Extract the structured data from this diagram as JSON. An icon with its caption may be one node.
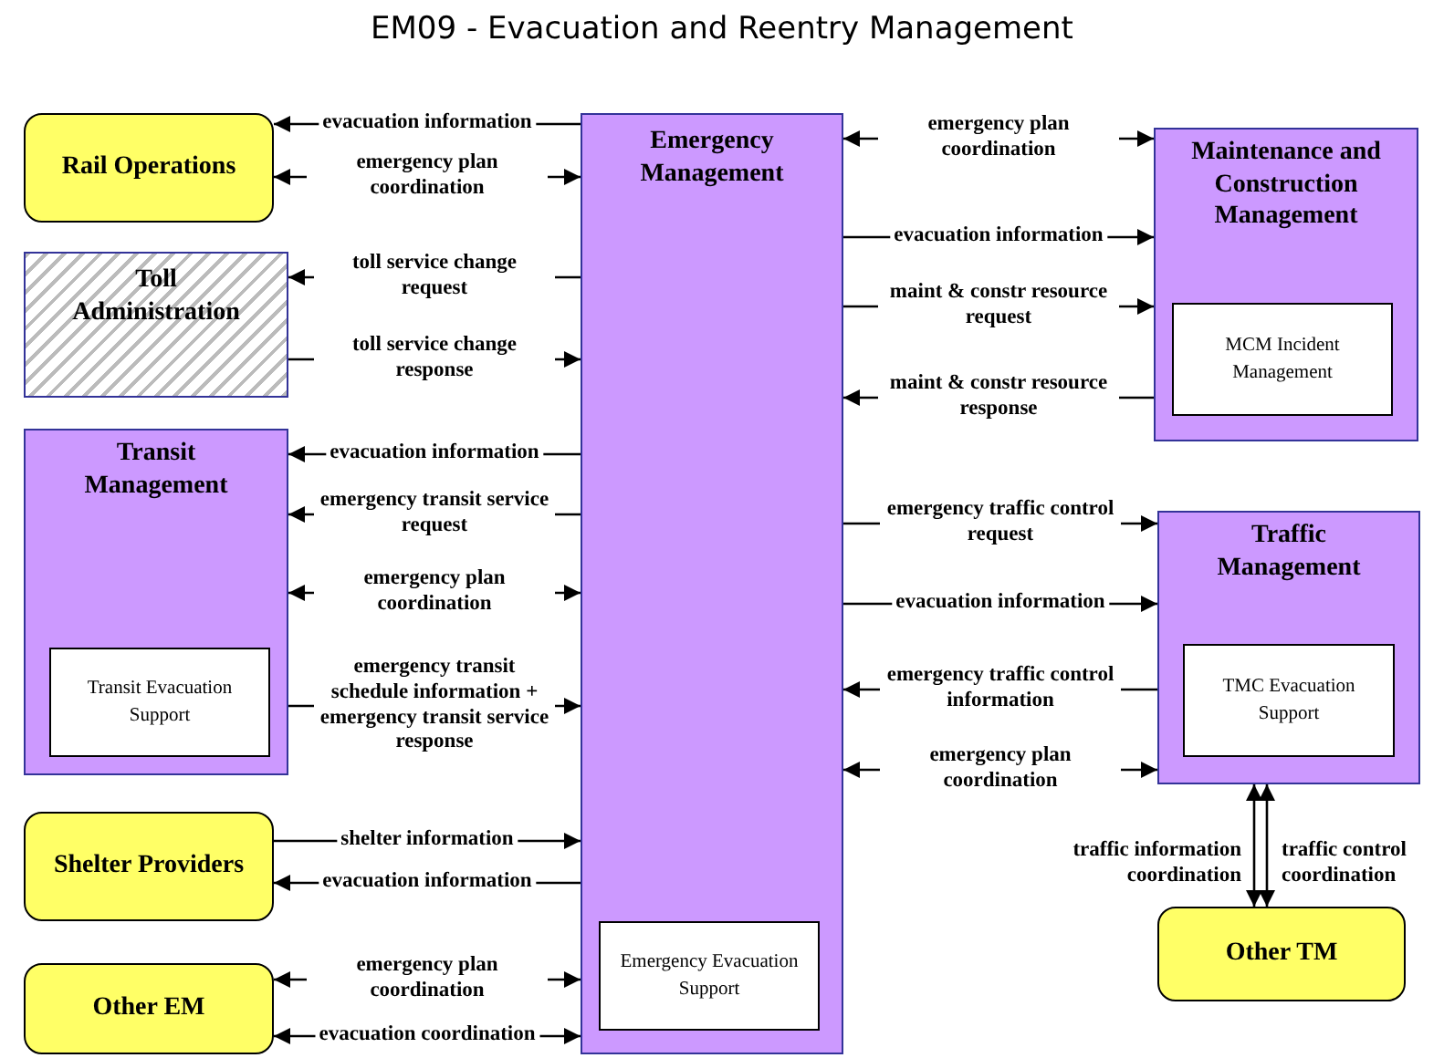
{
  "diagram": {
    "title": "EM09 - Evacuation and Reentry Management",
    "nodes": [
      {
        "text": [
          "Rail Operations"
        ]
      },
      {
        "text": [
          "Toll Administration"
        ]
      },
      {
        "text": [
          "Transit Management"
        ]
      },
      {
        "text": [
          "Transit Evacuation Support"
        ],
        "in": 2
      },
      {
        "text": [
          "Shelter Providers"
        ]
      },
      {
        "text": [
          "Other EM"
        ]
      },
      {
        "text": [
          "Emergency Management"
        ]
      },
      {
        "text": [
          "Emergency Evacuation Support"
        ],
        "in": 6
      },
      {
        "text": [
          "Maintenance and Construction Management"
        ]
      },
      {
        "text": [
          "MCM Incident Management"
        ],
        "in": 8
      },
      {
        "text": [
          "Traffic Management"
        ]
      },
      {
        "text": [
          "TMC Evacuation Support"
        ],
        "in": 10
      },
      {
        "text": [
          "Other TM"
        ]
      }
    ],
    "edges": [
      {
        "from": 6,
        "to": 0,
        "arrow": "to",
        "label": "evacuation information"
      },
      {
        "from": 6,
        "to": 0,
        "arrow": "both",
        "label": "emergency plan coordination"
      },
      {
        "from": 6,
        "to": 1,
        "arrow": "to",
        "label": "toll service change request"
      },
      {
        "from": 1,
        "to": 6,
        "arrow": "to",
        "label": "toll service change response"
      },
      {
        "from": 6,
        "to": 2,
        "arrow": "to",
        "label": "evacuation information"
      },
      {
        "from": 6,
        "to": 2,
        "arrow": "to",
        "label": "emergency transit service request"
      },
      {
        "from": 6,
        "to": 2,
        "arrow": "both",
        "label": "emergency plan coordination"
      },
      {
        "from": 2,
        "to": 6,
        "arrow": "to",
        "label": "emergency transit schedule information + emergency transit service response"
      },
      {
        "from": 4,
        "to": 6,
        "arrow": "to",
        "label": "shelter information"
      },
      {
        "from": 6,
        "to": 4,
        "arrow": "to",
        "label": "evacuation information"
      },
      {
        "from": 6,
        "to": 5,
        "arrow": "both",
        "label": "emergency plan coordination"
      },
      {
        "from": 6,
        "to": 5,
        "arrow": "both",
        "label": "evacuation coordination"
      },
      {
        "from": 6,
        "to": 8,
        "arrow": "both",
        "label": "emergency plan coordination"
      },
      {
        "from": 6,
        "to": 8,
        "arrow": "to",
        "label": "evacuation information"
      },
      {
        "from": 6,
        "to": 8,
        "arrow": "to",
        "label": "maint & constr resource request"
      },
      {
        "from": 8,
        "to": 6,
        "arrow": "to",
        "label": "maint & constr resource response"
      },
      {
        "from": 6,
        "to": 10,
        "arrow": "to",
        "label": "emergency traffic control request"
      },
      {
        "from": 6,
        "to": 10,
        "arrow": "to",
        "label": "evacuation information"
      },
      {
        "from": 10,
        "to": 6,
        "arrow": "to",
        "label": "emergency traffic control information"
      },
      {
        "from": 6,
        "to": 10,
        "arrow": "both",
        "label": "emergency plan coordination"
      },
      {
        "from": 10,
        "to": 12,
        "arrow": "both",
        "label": "traffic information coordination"
      },
      {
        "from": 10,
        "to": 12,
        "arrow": "both",
        "label": "traffic control coordination"
      }
    ]
  }
}
